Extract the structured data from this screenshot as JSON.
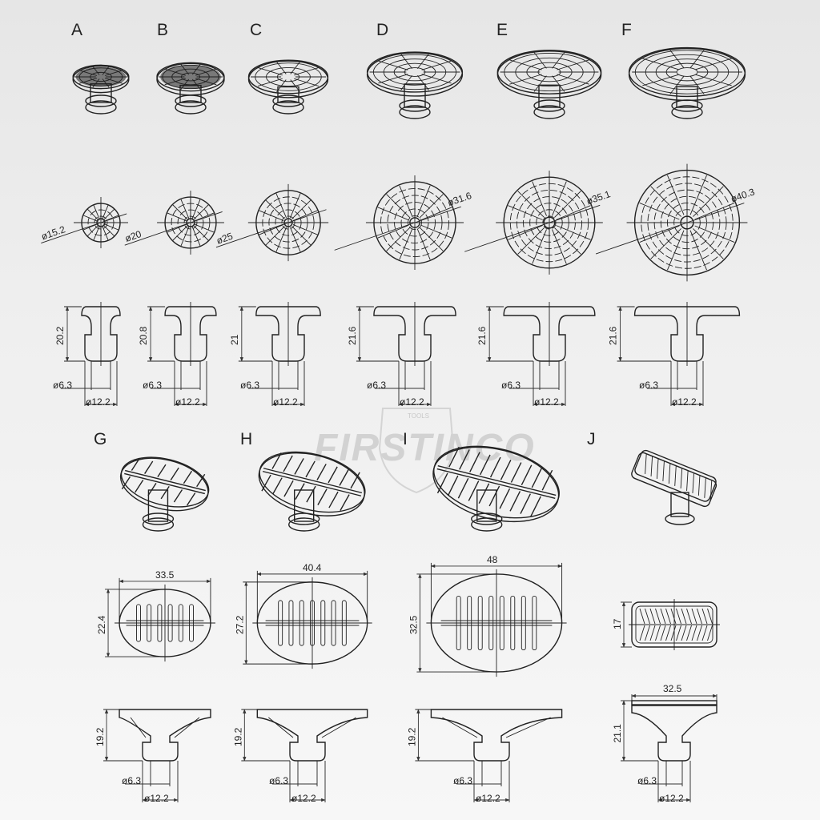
{
  "watermark": {
    "brand": "FIRSTINCO",
    "sub": "TOOLS"
  },
  "round_tabs": [
    {
      "letter": "A",
      "diameter": "ø15.2",
      "height": "20.2",
      "stem": "ø6.3",
      "base": "ø12.2"
    },
    {
      "letter": "B",
      "diameter": "ø20",
      "height": "20.8",
      "stem": "ø6.3",
      "base": "ø12.2"
    },
    {
      "letter": "C",
      "diameter": "ø25",
      "height": "21",
      "stem": "ø6.3",
      "base": "ø12.2"
    },
    {
      "letter": "D",
      "diameter": "ø31.6",
      "height": "21.6",
      "stem": "ø6.3",
      "base": "ø12.2"
    },
    {
      "letter": "E",
      "diameter": "ø35.1",
      "height": "21.6",
      "stem": "ø6.3",
      "base": "ø12.2"
    },
    {
      "letter": "F",
      "diameter": "ø40.3",
      "height": "21.6",
      "stem": "ø6.3",
      "base": "ø12.2"
    }
  ],
  "oval_tabs": [
    {
      "letter": "G",
      "width": "33.5",
      "depth": "22.4",
      "height": "19.2",
      "stem": "ø6.3",
      "base": "ø12.2"
    },
    {
      "letter": "H",
      "width": "40.4",
      "depth": "27.2",
      "height": "19.2",
      "stem": "ø6.3",
      "base": "ø12.2"
    },
    {
      "letter": "I",
      "width": "48",
      "depth": "32.5",
      "height": "19.2",
      "stem": "ø6.3",
      "base": "ø12.2"
    }
  ],
  "rect_tab": {
    "letter": "J",
    "width": "32.5",
    "depth": "17",
    "height": "21.1",
    "stem": "ø6.3",
    "base": "ø12.2"
  }
}
